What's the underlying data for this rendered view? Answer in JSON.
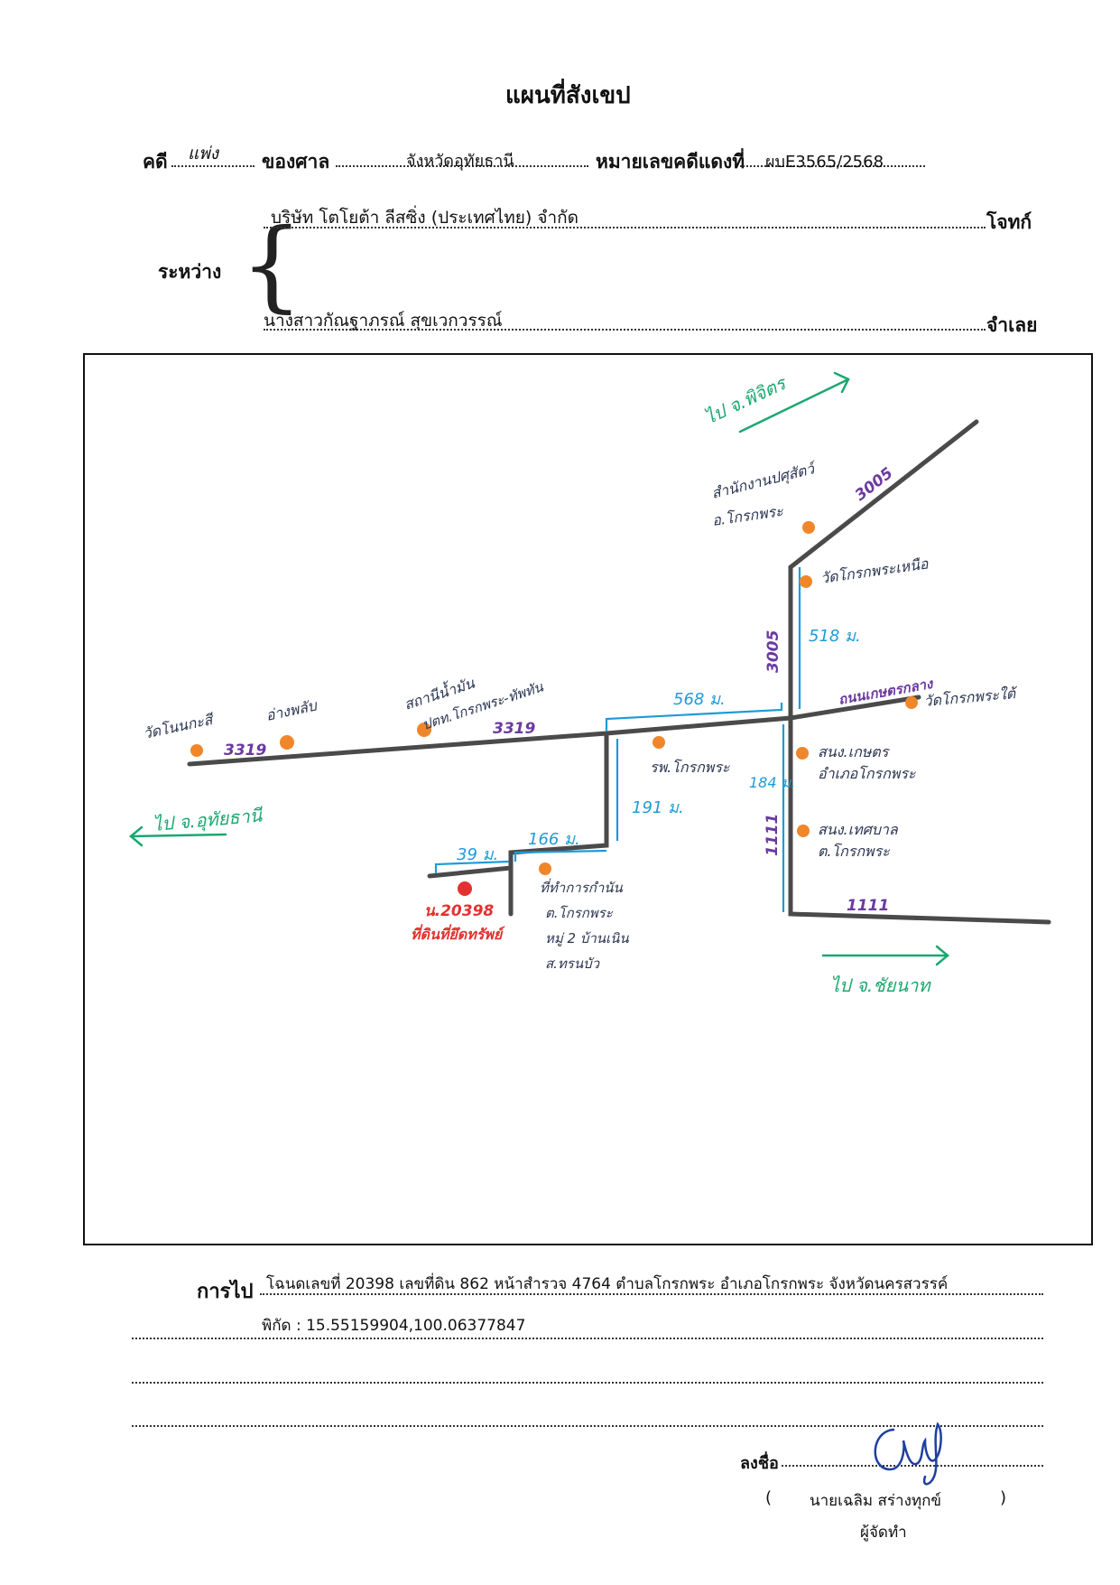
{
  "header": {
    "title": "แผนที่สังเขป",
    "case_label": "คดี",
    "case_type": "แพ่ง",
    "court_label": "ของศาล",
    "court_name": "จังหวัดอุทัยธานี",
    "red_case_label": "หมายเลขคดีแดงที่",
    "red_case_no": "ผบE3565/2568"
  },
  "parties": {
    "between_label": "ระหว่าง",
    "plaintiff_name": "บริษัท โตโยต้า ลีสซิ่ง (ประเทศไทย) จำกัด",
    "plaintiff_label": "โจทก์",
    "defendant_name": "นางสาวกัณฐาภรณ์ สุขเวกวรรณ์",
    "defendant_label": "จำเลย"
  },
  "map": {
    "road_3319_a": "3319",
    "road_3319_b": "3319",
    "road_3005_a": "3005",
    "road_3005_b": "3005",
    "road_1111_a": "1111",
    "road_1111_b": "1111",
    "road_khao_road": "ถนนเกษตรกลาง",
    "dist_568": "568 ม.",
    "dist_518": "518 ม.",
    "dist_191": "191 ม.",
    "dist_166": "166 ม.",
    "dist_39": "39 ม.",
    "dist_184": "184 ม.",
    "dir_phichit": "ไป จ.พิจิตร",
    "dir_uthai": "ไป จ.อุทัยธานี",
    "dir_chainat": "ไป จ.ชัยนาท",
    "lm_wat_nong": "วัดโนนกะสี",
    "lm_ang": "อ่างพลับ",
    "lm_station": "สถานีน้ำมัน",
    "lm_station2": "ปตท.โกรกพระ-ทัพทัน",
    "lm_hospital": "รพ.โกรกพระ",
    "lm_district": "สำนักงานปศุสัตว์",
    "lm_district2": "อ.โกรกพระ",
    "lm_wat_north": "วัดโกรกพระเหนือ",
    "lm_wat_south": "วัดโกรกพระใต้",
    "lm_agri": "สนง.เกษตร",
    "lm_agri2": "อำเภอโกรกพระ",
    "lm_muni": "สนง.เทศบาล",
    "lm_muni2": "ต.โกรกพระ",
    "lm_office": "ที่ทำการกำนัน",
    "lm_office2": "ต.โกรกพระ",
    "lm_office3": "หมู่ 2 บ้านเนิน",
    "lm_office4": "ส.ทรนบัว",
    "target_deed": "น.20398",
    "target_label": "ที่ดินที่ยึดทรัพย์"
  },
  "footer": {
    "route_label": "การไป",
    "route_text": "โฉนดเลขที่ 20398  เลขที่ดิน 862  หน้าสำรวจ 4764  ตำบลโกรกพระ อำเภอโกรกพระ จังหวัดนครสวรรค์",
    "coords_text": "พิกัด : 15.55159904,100.06377847",
    "sign_label": "ลงชื่อ",
    "open_paren": "(",
    "signer_name": "นายเฉลิม  สร่างทุกข์",
    "close_paren": ")",
    "signer_role": "ผู้จัดทำ"
  },
  "colors": {
    "road": "#4a4a4a",
    "distance_blue": "#1e9bd7",
    "road_number_purple": "#6a3aa0",
    "direction_green": "#1aa870",
    "landmark_orange": "#f0862a",
    "target_red": "#e53030",
    "handwriting": "#2a3550"
  }
}
